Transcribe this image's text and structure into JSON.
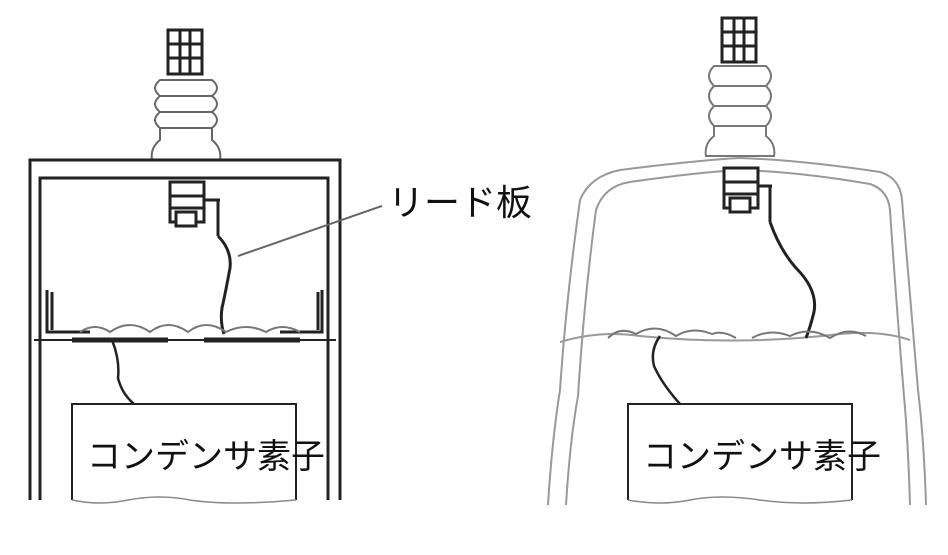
{
  "labels": {
    "lead_plate": "リード板",
    "element_left": "コンデンサ素子",
    "element_right": "コンデンサ素子"
  },
  "colors": {
    "stroke": "#222222",
    "light_stroke": "#9a9a9a",
    "background": "#ffffff"
  }
}
